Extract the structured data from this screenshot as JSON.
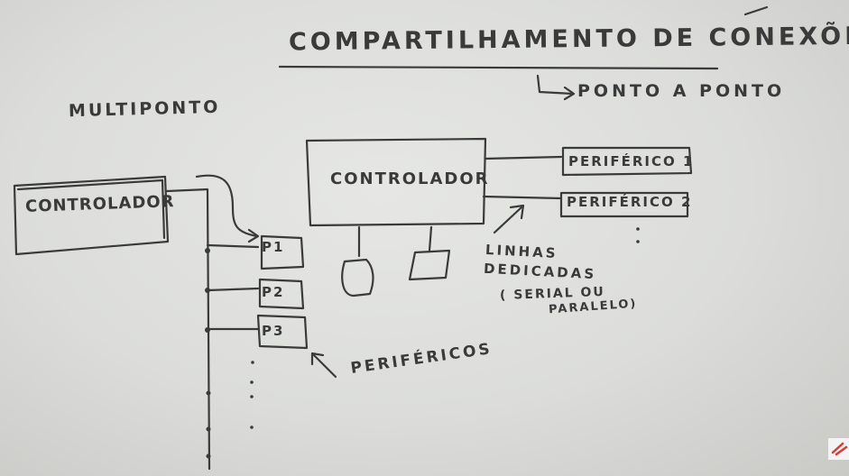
{
  "board": {
    "title": "COMPARTILHAMENTO DE CONEXÕES",
    "point_to_point": "PONTO A PONTO",
    "multipoint": "MULTIPONTO",
    "multipoint_controller": "CONTROLADOR",
    "p2p_controller": "CONTROLADOR",
    "peripheral_1": "PERIFÉRICO 1",
    "peripheral_2": "PERIFÉRICO 2",
    "p1": "P1",
    "p2": "P2",
    "p3": "P3",
    "peripherals_label": "PERIFÉRICOS",
    "dedicated_lines_1": "LINHAS",
    "dedicated_lines_2": "DEDICADAS",
    "serial": "( SERIAL OU",
    "parallel": "PARALELO)"
  },
  "colors": {
    "ink": "#3a3a3a",
    "board": "#e2e3e0",
    "logo": "#d63b3b"
  }
}
